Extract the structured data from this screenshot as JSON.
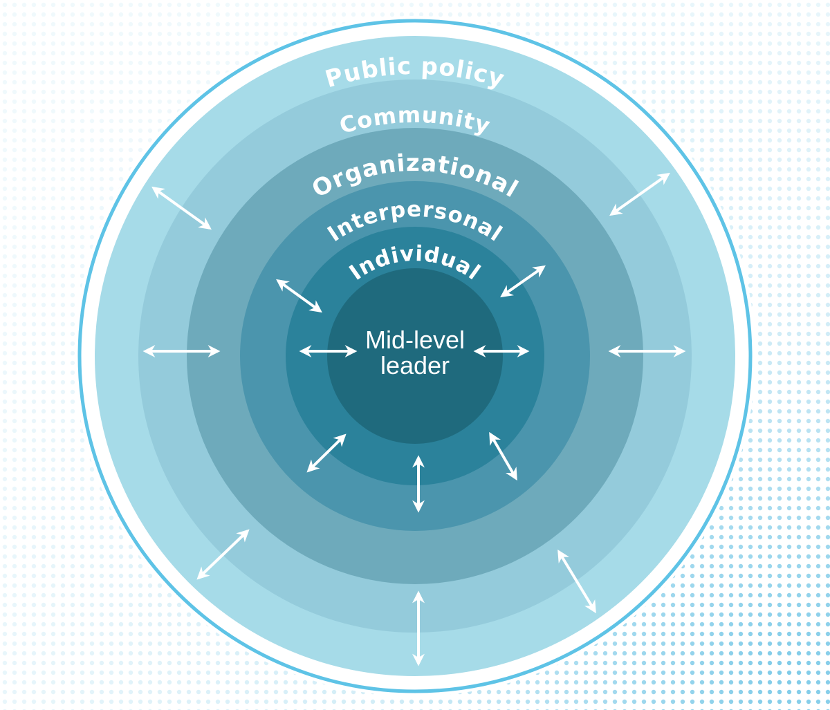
{
  "title": "Mid-level leader socio-ecological model",
  "center": {
    "line1": "Mid-level",
    "line2": "leader"
  },
  "rings": [
    {
      "label": "Public policy",
      "color": "#a6dbe8"
    },
    {
      "label": "Community",
      "color": "#94cbdb"
    },
    {
      "label": "Organizational",
      "color": "#6eaabb"
    },
    {
      "label": "Interpersonal",
      "color": "#4b95ad"
    },
    {
      "label": "Individual",
      "color": "#2b829b"
    }
  ],
  "center_color": "#1f6a7d",
  "outline_color": "#5ec3e6",
  "dot_color": "#7fcbe8"
}
